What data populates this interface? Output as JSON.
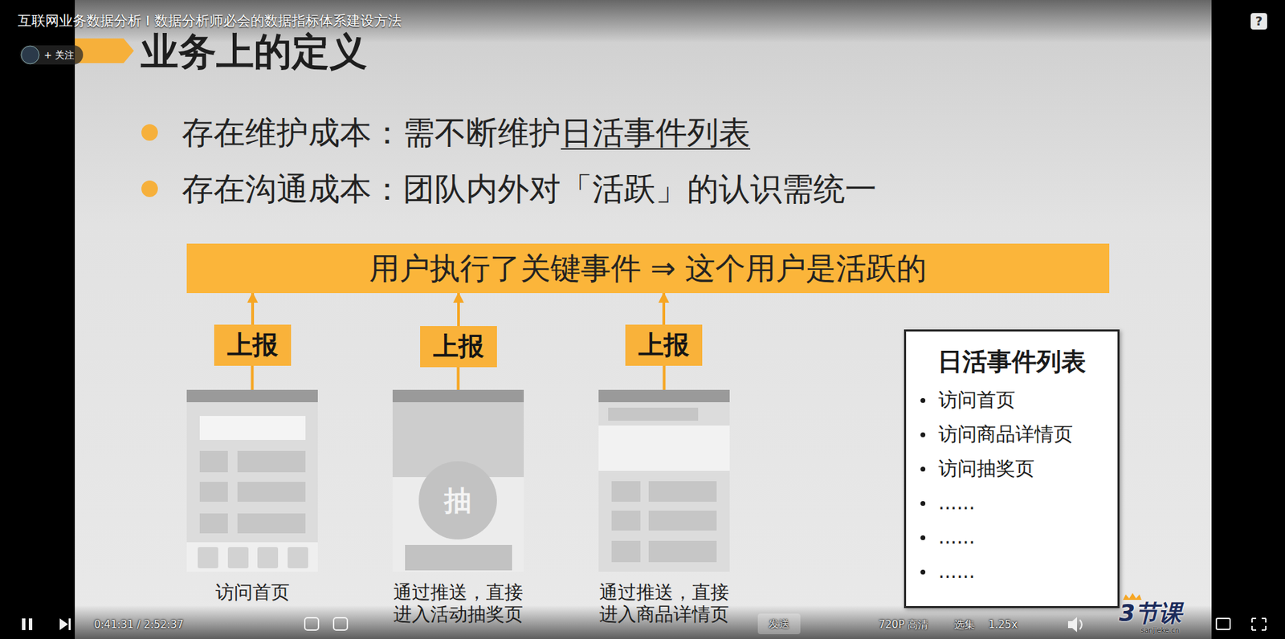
{
  "diagram": {
    "title": "业务上的定义",
    "nodes": [
      {
        "text": [
          "用户执行了关键事件 ⇒ 这个用户是活跃的"
        ]
      },
      {
        "text": [
          "上报"
        ]
      },
      {
        "text": [
          "上报"
        ]
      },
      {
        "text": [
          "上报"
        ]
      },
      {
        "text": [
          "访问首页"
        ]
      },
      {
        "text": [
          "抽",
          "通过推送，直接进入活动抽奖页"
        ]
      },
      {
        "text": [
          "通过推送，直接进入商品详情页"
        ]
      },
      {
        "text": [
          "日活事件列表",
          "访问首页",
          "访问商品详情页",
          "访问抽奖页",
          "......",
          "......",
          "......"
        ]
      }
    ],
    "edges": [
      {
        "from": 1,
        "to": 0,
        "arrow": "to"
      },
      {
        "from": 2,
        "to": 0,
        "arrow": "to"
      },
      {
        "from": 3,
        "to": 0,
        "arrow": "to"
      },
      {
        "from": 4,
        "to": 1,
        "arrow": "none"
      },
      {
        "from": 5,
        "to": 2,
        "arrow": "none"
      },
      {
        "from": 6,
        "to": 3,
        "arrow": "none"
      }
    ],
    "labels": [
      "互联网业务数据分析 I 数据分析师必会的数据指标体系建设方法",
      "+ 关注",
      "存在维护成本：需不断维护",
      "日活事件列表",
      "存在沟通成本：团队内外对「活跃」的认识需统一",
      "?",
      "0:41:31 / 2:52:37",
      "发送",
      "720P 高清",
      "选集",
      "1.25x",
      "3节课",
      "sanjieke.cn"
    ]
  }
}
